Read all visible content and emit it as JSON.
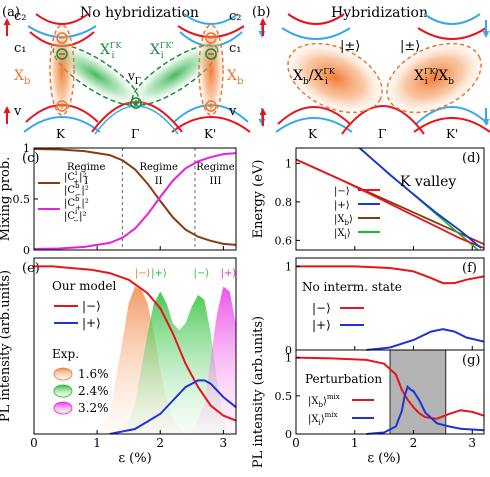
{
  "colors": {
    "red": "#e8141c",
    "blue": "#1f33d6",
    "brown": "#8b3a0f",
    "magenta": "#e81ee0",
    "green": "#1dbb2a",
    "orange": "#f0752a",
    "darkgreen": "#1a8a3c",
    "lightblue": "#3aa8e8",
    "gray": "#b4b4b4"
  },
  "panel_a": {
    "label": "(a)",
    "title": "No hybridization",
    "c2": "c₂",
    "c2r": "c₂",
    "c1": "c₁",
    "c1r": "c₁",
    "xb": "X",
    "xb_sub": "b",
    "xbr": "X",
    "xbr_sub": "b",
    "v": "v",
    "vr": "v",
    "xi1": "X",
    "xi1_sub": "i",
    "xi1_sup": "ΓK",
    "xi2": "X",
    "xi2_sub": "i",
    "xi2_sup": "ΓK'",
    "vg": "v",
    "vg_sub": "Γ",
    "k": "K",
    "gamma": "Γ",
    "kp": "K'"
  },
  "panel_b": {
    "label": "(b)",
    "title": "Hybridization",
    "pm1": "|±⟩",
    "pm2": "|±⟩",
    "left_xb": "X",
    "left_xb_sub": "b",
    "left_slash": "/X",
    "left_xi_sub": "i",
    "left_xi_sup": "ΓK",
    "right_x": "X",
    "right_xi_sub": "i",
    "right_xi_sup": "ΓK'",
    "right_slash": "/X",
    "right_xb_sub": "b",
    "k": "K",
    "gamma": "Γ",
    "kp": "K'"
  },
  "chart_data": [
    {
      "panel": "(c)",
      "type": "line",
      "ylabel": "Mixing prob.",
      "xlim": [
        0,
        3.2
      ],
      "ylim": [
        0,
        1
      ],
      "yticks": [
        0,
        0.5,
        1
      ],
      "regime_lines": [
        1.4,
        2.55
      ],
      "regimes": [
        {
          "name": "Regime",
          "num": "I"
        },
        {
          "name": "Regime",
          "num": "II"
        },
        {
          "name": "Regime",
          "num": "III"
        }
      ],
      "legend": [
        {
          "name": "|C",
          "sup": "i",
          "sub": "+",
          "tail": "|²"
        },
        {
          "name": "|C",
          "sup": "b",
          "sub": "−",
          "tail": "|²"
        },
        {
          "name": "|C",
          "sup": "b",
          "sub": "+",
          "tail": "|²"
        },
        {
          "name": "|C",
          "sup": "i",
          "sub": "−",
          "tail": "|²"
        }
      ],
      "series": [
        {
          "color": "brown",
          "x": [
            0,
            0.4,
            0.8,
            1.2,
            1.4,
            1.6,
            1.8,
            2.0,
            2.2,
            2.4,
            2.6,
            2.8,
            3.0,
            3.2
          ],
          "y": [
            0.99,
            0.985,
            0.97,
            0.93,
            0.88,
            0.79,
            0.65,
            0.48,
            0.32,
            0.2,
            0.13,
            0.09,
            0.06,
            0.05
          ]
        },
        {
          "color": "magenta",
          "x": [
            0,
            0.4,
            0.8,
            1.2,
            1.4,
            1.6,
            1.8,
            2.0,
            2.2,
            2.4,
            2.6,
            2.8,
            3.0,
            3.2
          ],
          "y": [
            0.01,
            0.015,
            0.03,
            0.07,
            0.12,
            0.21,
            0.35,
            0.52,
            0.68,
            0.8,
            0.87,
            0.91,
            0.94,
            0.95
          ]
        }
      ]
    },
    {
      "panel": "(d)",
      "type": "line",
      "ylabel": "Energy (eV)",
      "annotation": "K valley",
      "xlim": [
        0,
        3.2
      ],
      "ylim": [
        0.55,
        1.08
      ],
      "yticks": [
        0.6,
        0.8,
        1.0
      ],
      "legend": [
        {
          "name": "|−⟩",
          "color": "red"
        },
        {
          "name": "|+⟩",
          "color": "blue"
        },
        {
          "name": "|X",
          "sub": "b",
          "tail": "⟩",
          "color": "brown"
        },
        {
          "name": "|X",
          "sub": "i",
          "tail": "⟩",
          "color": "green"
        }
      ],
      "series": [
        {
          "color": "brown",
          "x": [
            0,
            3.2
          ],
          "y": [
            1.02,
            0.58
          ]
        },
        {
          "color": "green",
          "x": [
            1.0,
            3.1
          ],
          "y": [
            1.1,
            0.55
          ]
        },
        {
          "color": "red",
          "x": [
            0,
            0.8,
            1.6,
            2.0,
            2.4,
            2.8,
            3.2
          ],
          "y": [
            1.02,
            0.91,
            0.79,
            0.73,
            0.67,
            0.61,
            0.56
          ]
        },
        {
          "color": "blue",
          "x": [
            1.05,
            1.6,
            2.0,
            2.4,
            2.8,
            3.15
          ],
          "y": [
            1.09,
            0.94,
            0.84,
            0.74,
            0.65,
            0.56
          ]
        }
      ]
    },
    {
      "panel": "(e)",
      "type": "area",
      "ylabel": "PL intensity (arb.units)",
      "xlabel": "ε (%)",
      "xlim": [
        0,
        3.2
      ],
      "ylim": [
        0,
        1.05
      ],
      "xticks": [
        0,
        1,
        2,
        3
      ],
      "model_title": "Our model",
      "exp_title": "Exp.",
      "legend": [
        {
          "name": "|−⟩",
          "color": "red"
        },
        {
          "name": "|+⟩",
          "color": "blue"
        }
      ],
      "exp_legend": [
        {
          "name": "1.6%",
          "color": "orange"
        },
        {
          "name": "2.4%",
          "color": "green"
        },
        {
          "name": "3.2%",
          "color": "magenta"
        }
      ],
      "peak_labels": [
        "|−⟩",
        "|+⟩",
        "|−⟩",
        "|+⟩"
      ],
      "exp_series": [
        {
          "name": "1.6%",
          "color": "orange",
          "x": [
            1.0,
            1.2,
            1.4,
            1.5,
            1.6,
            1.7,
            1.8,
            1.9,
            2.0,
            2.1,
            2.2,
            2.4
          ],
          "y": [
            0.0,
            0.12,
            0.55,
            0.78,
            0.88,
            0.86,
            0.78,
            0.6,
            0.38,
            0.2,
            0.08,
            0.0
          ]
        },
        {
          "name": "2.4%",
          "color": "green",
          "x": [
            1.4,
            1.6,
            1.8,
            1.9,
            2.0,
            2.1,
            2.2,
            2.3,
            2.4,
            2.5,
            2.6,
            2.7,
            2.8,
            2.9,
            3.0,
            3.1
          ],
          "y": [
            0.0,
            0.18,
            0.6,
            0.78,
            0.85,
            0.78,
            0.66,
            0.62,
            0.66,
            0.76,
            0.83,
            0.8,
            0.6,
            0.32,
            0.1,
            0.0
          ]
        },
        {
          "name": "3.2%",
          "color": "magenta",
          "x": [
            2.5,
            2.7,
            2.8,
            2.9,
            3.0,
            3.1,
            3.2
          ],
          "y": [
            0.0,
            0.18,
            0.45,
            0.72,
            0.88,
            0.85,
            0.65
          ]
        }
      ],
      "series": [
        {
          "name": "|−⟩",
          "color": "red",
          "x": [
            0,
            0.3,
            0.6,
            0.9,
            1.2,
            1.5,
            1.8,
            2.0,
            2.2,
            2.4,
            2.6,
            2.8,
            3.0,
            3.2
          ],
          "y": [
            1.0,
            1.0,
            0.99,
            0.98,
            0.96,
            0.92,
            0.84,
            0.75,
            0.6,
            0.42,
            0.28,
            0.17,
            0.11,
            0.08
          ]
        },
        {
          "name": "|+⟩",
          "color": "blue",
          "x": [
            1.2,
            1.6,
            2.0,
            2.2,
            2.4,
            2.6,
            2.7,
            2.8,
            3.0,
            3.2
          ],
          "y": [
            0.0,
            0.03,
            0.12,
            0.2,
            0.28,
            0.32,
            0.32,
            0.3,
            0.22,
            0.16
          ]
        }
      ]
    },
    {
      "panel": "(f)",
      "type": "line",
      "annotation": "No interm. state",
      "xlim": [
        0,
        3.2
      ],
      "ylim": [
        0,
        1.1
      ],
      "yticks": [
        0,
        1
      ],
      "legend": [
        {
          "name": "|−⟩",
          "color": "red"
        },
        {
          "name": "|+⟩",
          "color": "blue"
        }
      ],
      "series": [
        {
          "color": "red",
          "x": [
            0,
            1.0,
            1.6,
            2.0,
            2.3,
            2.5,
            2.7,
            2.9,
            3.2
          ],
          "y": [
            1.0,
            1.0,
            0.98,
            0.94,
            0.86,
            0.8,
            0.8,
            0.84,
            0.88
          ]
        },
        {
          "color": "blue",
          "x": [
            1.2,
            1.6,
            2.0,
            2.3,
            2.5,
            2.7,
            2.9,
            3.2
          ],
          "y": [
            0.0,
            0.03,
            0.12,
            0.22,
            0.25,
            0.22,
            0.15,
            0.1
          ]
        }
      ]
    },
    {
      "panel": "(g)",
      "type": "line",
      "annotation": "Perturbation",
      "xlabel": "ε (%)",
      "xlim": [
        0,
        3.2
      ],
      "ylim": [
        0,
        1.1
      ],
      "yticks": [
        0,
        0.5,
        1
      ],
      "xticks": [
        0,
        1,
        2,
        3
      ],
      "shaded": [
        1.6,
        2.55
      ],
      "legend": [
        {
          "name": "|X",
          "sub": "b",
          "tail": "⟩",
          "sup": "mix",
          "color": "red"
        },
        {
          "name": "|X",
          "sub": "i",
          "tail": "⟩",
          "sup": "mix",
          "color": "blue"
        }
      ],
      "series": [
        {
          "color": "red",
          "x": [
            0,
            0.6,
            1.2,
            1.5,
            1.7,
            1.8,
            1.9,
            2.0,
            2.1,
            2.2,
            2.4,
            2.6,
            2.8,
            3.0,
            3.2
          ],
          "y": [
            1.0,
            0.99,
            0.97,
            0.92,
            0.78,
            0.58,
            0.45,
            0.35,
            0.27,
            0.22,
            0.2,
            0.26,
            0.31,
            0.29,
            0.24
          ]
        },
        {
          "color": "blue",
          "x": [
            1.2,
            1.5,
            1.7,
            1.8,
            1.85,
            1.9,
            1.95,
            2.0,
            2.1,
            2.2,
            2.4,
            2.6,
            2.8,
            3.2
          ],
          "y": [
            0.0,
            0.02,
            0.1,
            0.3,
            0.5,
            0.62,
            0.58,
            0.56,
            0.44,
            0.28,
            0.14,
            0.1,
            0.07,
            0.05
          ]
        }
      ]
    }
  ]
}
